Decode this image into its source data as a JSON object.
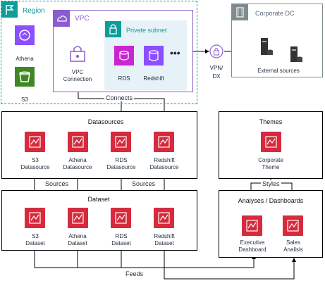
{
  "colors": {
    "region": "#0f9d9a",
    "vpc": "#8b5ccf",
    "private_subnet": "#0f9d9a",
    "private_subnet_fill": "#e6f2f7",
    "corporate_dc": "#7f8c8d",
    "quicksight": "#d72a3c",
    "s3": "#3f8624",
    "athena": "#8c4fff",
    "rds": "#c925d1"
  },
  "region": {
    "label": "Region"
  },
  "vpc": {
    "label": "VPC"
  },
  "private_subnet": {
    "label": "Private subnet"
  },
  "corporate_dc": {
    "label": "Corporate DC",
    "sources_label": "External sources"
  },
  "services": {
    "athena": "Athena",
    "s3": "S3",
    "vpc_connection": [
      "VPC",
      "Connection"
    ],
    "rds": "RDS",
    "redshift": "Redshift",
    "vpn": [
      "VPN/",
      "DX"
    ]
  },
  "connectors": {
    "connects": "Connects",
    "sources_left": "Sources",
    "sources_right": "Sources",
    "styles": "Styles",
    "feeds": "Feeds"
  },
  "datasources": {
    "title": "Datasources",
    "items": [
      {
        "line1": "S3",
        "line2": "Datasource"
      },
      {
        "line1": "Athena",
        "line2": "Datasource"
      },
      {
        "line1": "RDS",
        "line2": "Datasource"
      },
      {
        "line1": "Redshift",
        "line2": "Datasource"
      }
    ]
  },
  "themes": {
    "title": "Themes",
    "items": [
      {
        "line1": "Corporate",
        "line2": "Theme"
      }
    ]
  },
  "dataset": {
    "title": "Dataset",
    "items": [
      {
        "line1": "S3",
        "line2": "Dataset"
      },
      {
        "line1": "Athena",
        "line2": "Dataset"
      },
      {
        "line1": "RDS",
        "line2": "Dataset"
      },
      {
        "line1": "Redshift",
        "line2": "Dataset"
      }
    ]
  },
  "analyses": {
    "title": "Analyses / Dashboards",
    "items": [
      {
        "line1": "Executive",
        "line2": "Dashboard"
      },
      {
        "line1": "Sales",
        "line2": "Analisis"
      }
    ]
  }
}
